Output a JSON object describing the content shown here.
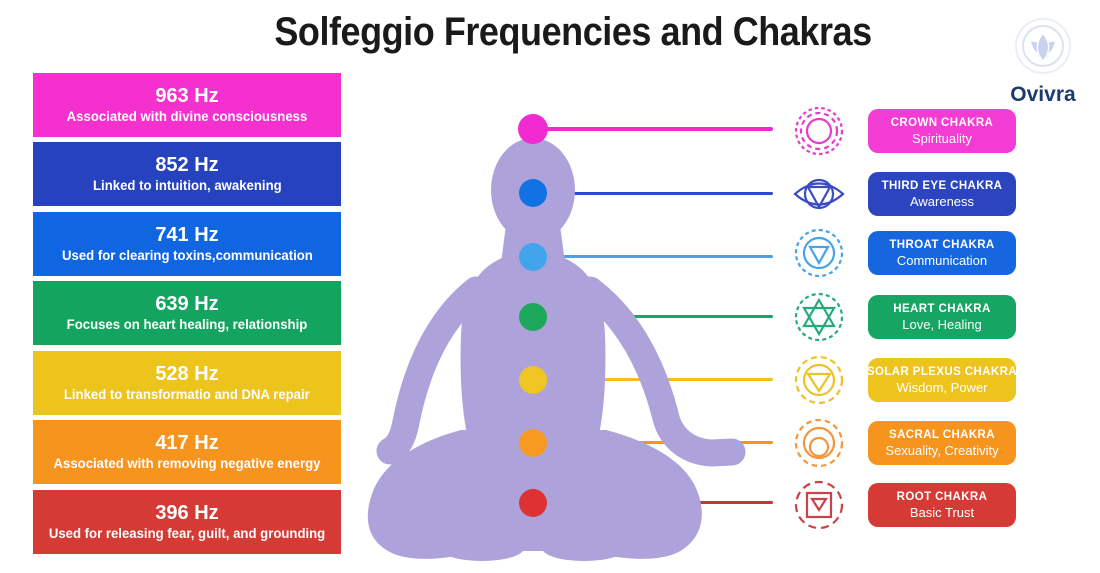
{
  "title": "Solfeggio Frequencies and Chakras",
  "logo": {
    "name": "Ovivra",
    "icon": "lotus-logo-icon",
    "accent": "#c9d3ee",
    "text_color": "#1c3b6e"
  },
  "figure": {
    "name": "meditating-person-silhouette",
    "color": "#ada3da"
  },
  "frequencies": [
    {
      "hz": "963 Hz",
      "desc": "Associated with divine consciousness",
      "color": "#f431cf"
    },
    {
      "hz": "852 Hz",
      "desc": "Linked to intuition, awakening",
      "color": "#2742bf"
    },
    {
      "hz": "741 Hz",
      "desc": "Used for clearing toxins,communication",
      "color": "#1066e0"
    },
    {
      "hz": "639 Hz",
      "desc": "Focuses on heart healing, relationship",
      "color": "#13a45f"
    },
    {
      "hz": "528 Hz",
      "desc": "Linked to transformatio and DNA repair",
      "color": "#edc41b"
    },
    {
      "hz": "417 Hz",
      "desc": "Associated with removing negative energy",
      "color": "#f7941e"
    },
    {
      "hz": "396 Hz",
      "desc": "Used for releasing fear, guilt, and grounding",
      "color": "#d63a35"
    }
  ],
  "chakras": [
    {
      "name": "CROWN CHAKRA",
      "trait": "Spirituality",
      "icon": "crown-chakra-icon",
      "label_color": "#f23cd4",
      "dot_color": "#f12bd1",
      "line_color": "#ee2bd0",
      "symbol_color": "#e93acf"
    },
    {
      "name": "THIRD EYE CHAKRA",
      "trait": "Awareness",
      "icon": "third-eye-chakra-icon",
      "label_color": "#2b44c0",
      "dot_color": "#1272e3",
      "line_color": "#2b4ec8",
      "symbol_color": "#3a4bc4"
    },
    {
      "name": "THROAT CHAKRA",
      "trait": "Communication",
      "icon": "throat-chakra-icon",
      "label_color": "#1566df",
      "dot_color": "#42a4ed",
      "line_color": "#4ba0e8",
      "symbol_color": "#45a3e8"
    },
    {
      "name": "HEART CHAKRA",
      "trait": "Love, Healing",
      "icon": "heart-chakra-icon",
      "label_color": "#17a563",
      "dot_color": "#1ca75a",
      "line_color": "#16a468",
      "symbol_color": "#23ac79"
    },
    {
      "name": "SOLAR PLEXUS CHAKRA",
      "trait": "Wisdom, Power",
      "icon": "solar-plexus-chakra-icon",
      "label_color": "#edc41e",
      "dot_color": "#efc623",
      "line_color": "#eec01c",
      "symbol_color": "#ecc229"
    },
    {
      "name": "SACRAL CHAKRA",
      "trait": "Sexuality, Creativity",
      "icon": "sacral-chakra-icon",
      "label_color": "#f7941e",
      "dot_color": "#f79a22",
      "line_color": "#f7941e",
      "symbol_color": "#f2953b"
    },
    {
      "name": "ROOT CHAKRA",
      "trait": "Basic Trust",
      "icon": "root-chakra-icon",
      "label_color": "#d63a35",
      "dot_color": "#dc3232",
      "line_color": "#cf3330",
      "symbol_color": "#cc4049"
    }
  ]
}
